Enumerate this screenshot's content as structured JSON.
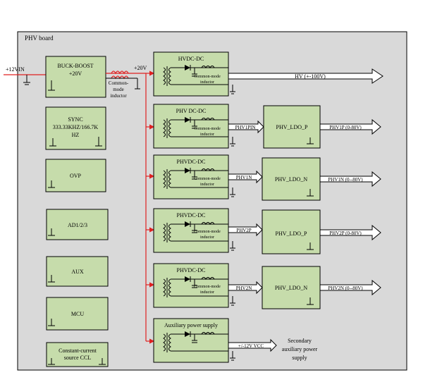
{
  "board": {
    "title": "PHV board"
  },
  "input": {
    "label": "+12VIN"
  },
  "rail": {
    "label": "+20V"
  },
  "inductor_main": {
    "label_line1": "Common-",
    "label_line2": "mode",
    "label_line3": "inductor"
  },
  "blocks": {
    "buck_boost": {
      "line1": "BUCK-BOOST",
      "line2": "+20V"
    },
    "sync": {
      "line1": "SYNC",
      "line2": "333.33KHZ/166.7K",
      "line3": "HZ"
    },
    "ovp": {
      "label": "OVP"
    },
    "ad": {
      "label": "AD1/2/3"
    },
    "aux": {
      "label": "AUX"
    },
    "mcu": {
      "label": "MCU"
    },
    "ccl": {
      "line1": "Constant-current",
      "line2": "source CCL"
    }
  },
  "converters": [
    {
      "title": "HVDC-DC",
      "inductor_line1": "Common-mode",
      "inductor_line2": "inductor"
    },
    {
      "title": "PHV DC-DC",
      "inductor_line1": "Common-mode",
      "inductor_line2": "inductor",
      "out_label": "PHV1PIN"
    },
    {
      "title": "PHVDC-DC",
      "inductor_line1": "Common-mode",
      "inductor_line2": "inductor",
      "out_label": "PHV1N"
    },
    {
      "title": "PHVDC-DC",
      "inductor_line1": "Common-mode",
      "inductor_line2": "inductor",
      "out_label": "PHV2P"
    },
    {
      "title": "PHVDC-DC",
      "inductor_line1": "Common-mode",
      "inductor_line2": "inductor",
      "out_label": "PHV2N"
    },
    {
      "title": "Auxiliary power supply",
      "out_label": "+/-12V VCC"
    }
  ],
  "ldos": [
    {
      "label": "PHV_LDO_P",
      "output": "PHV1P (0-80V)"
    },
    {
      "label": "PHV_LDO_N",
      "output": "PHV1N (0--80V)"
    },
    {
      "label": "PHV_LDO_P",
      "output": "PHV2P (0-80V)"
    },
    {
      "label": "PHV_LDO_N",
      "output": "PHV2N (0--80V)"
    }
  ],
  "hv_output": {
    "label": "HV (+-100V)"
  },
  "secondary": {
    "line1": "Secondary",
    "line2": "auxiliary power",
    "line3": "supply"
  }
}
